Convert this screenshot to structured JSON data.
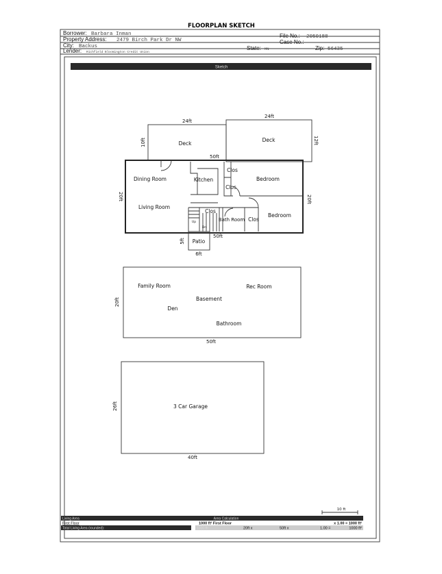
{
  "title": "FLOORPLAN SKETCH",
  "header": {
    "borrower_label": "Borrower:",
    "borrower": "Barbara Inman",
    "address_label": "Property Address:",
    "address": "2479 Birch Park Dr NW",
    "city_label": "City:",
    "city": "Backus",
    "lender_label": "Lender:",
    "lender": "Richfield Bloomington Credit Union",
    "file_label": "File No.:",
    "file": "2050188",
    "case_label": "Case No.:",
    "state_label": "State:",
    "state": "MN",
    "zip_label": "Zip:",
    "zip": "56435"
  },
  "sketch_bar": "Sketch",
  "first_floor": {
    "rooms": [
      "Deck",
      "Deck",
      "Dining Room",
      "Kitchen",
      "Clos",
      "Clos",
      "Bedroom",
      "Living Room",
      "Clos",
      "Bath Room",
      "Clos",
      "Bedroom",
      "Patio",
      "Up",
      "Dn"
    ],
    "dims": [
      "24ft",
      "24ft",
      "10ft",
      "12ft",
      "50ft",
      "20ft",
      "20ft",
      "50ft",
      "5ft",
      "6ft"
    ]
  },
  "basement": {
    "rooms": [
      "Family Room",
      "Rec Room",
      "Basement",
      "Den",
      "Bathroom"
    ],
    "dims": [
      "20ft",
      "50ft"
    ]
  },
  "garage": {
    "rooms": [
      "3 Car Garage"
    ],
    "dims": [
      "26ft",
      "40ft"
    ]
  },
  "scale": "10 ft",
  "area": {
    "living_area": "Living Area",
    "area_calculation": "Area Calculation",
    "first_floor": "First Floor",
    "first_floor_value": "1000 ft² First Floor",
    "multiplier": "x 1.00 = 1000 ft²",
    "total_label": "Total Living Area (rounded):",
    "total": "1000 ft²",
    "calc": [
      "20ft x",
      "50ft x",
      "1.00 =",
      "1000 ft²"
    ]
  }
}
